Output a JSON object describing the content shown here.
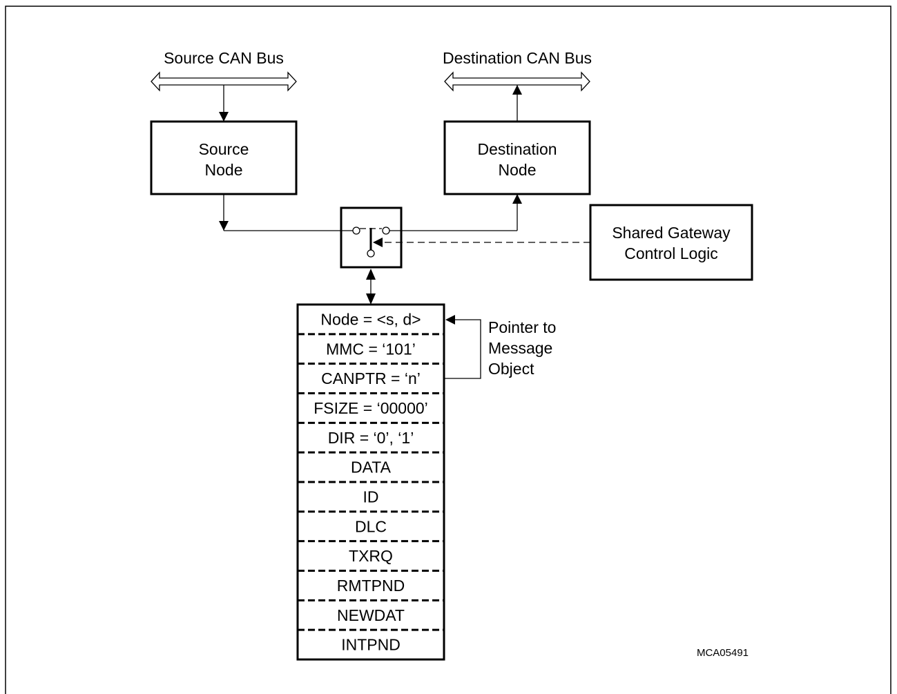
{
  "source_bus": {
    "label": "Source CAN Bus"
  },
  "destination_bus": {
    "label": "Destination CAN Bus"
  },
  "source_node": {
    "line1": "Source",
    "line2": "Node"
  },
  "destination_node": {
    "line1": "Destination",
    "line2": "Node"
  },
  "gateway_logic": {
    "line1": "Shared Gateway",
    "line2": "Control Logic"
  },
  "message_object": {
    "fields": [
      "Node = <s, d>",
      "MMC = ‘101’",
      "CANPTR = ‘n’",
      "FSIZE = ‘00000’",
      "DIR = ‘0’, ‘1’",
      "DATA",
      "ID",
      "DLC",
      "TXRQ",
      "RMTPND",
      "NEWDAT",
      "INTPND"
    ]
  },
  "pointer_annotation": {
    "line1": "Pointer to",
    "line2": "Message",
    "line3": "Object"
  },
  "figure_id": "MCA05491"
}
